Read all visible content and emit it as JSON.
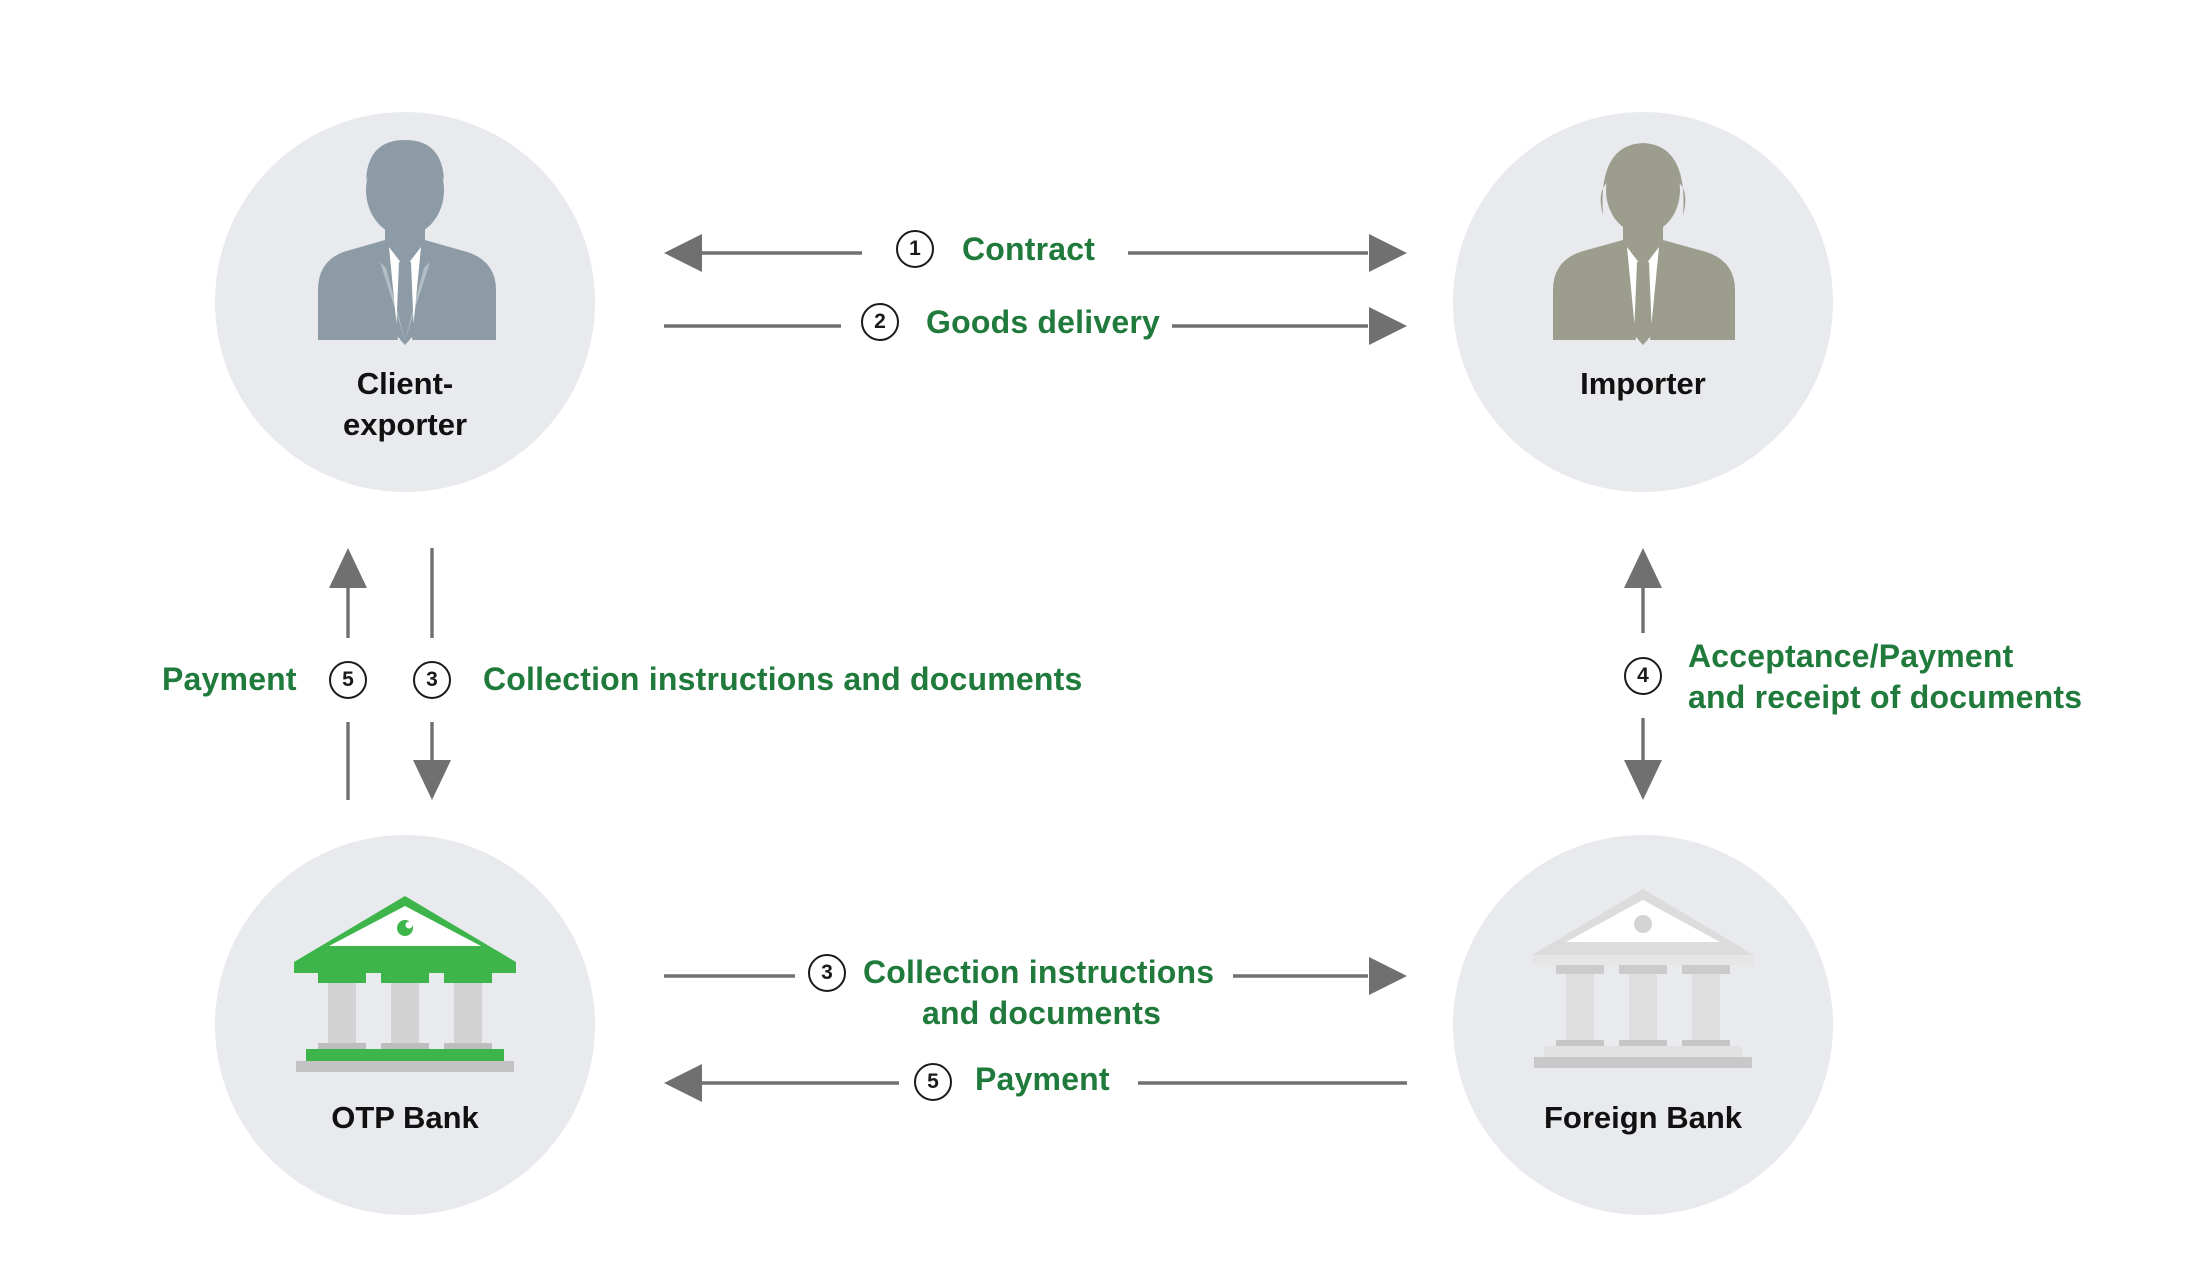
{
  "colors": {
    "circle_bg": "#e8eaed",
    "arrow": "#707070",
    "label_green": "#1f7a3c",
    "otp_green": "#3db54a",
    "exporter_figure": "#8c9ba6",
    "importer_figure": "#9d9d8e",
    "foreign_bank": "#dcdcdc"
  },
  "nodes": {
    "exporter": {
      "label": "Client-exporter",
      "icon": "businessman-icon"
    },
    "importer": {
      "label": "Importer",
      "icon": "businessman-icon"
    },
    "otp": {
      "label": "OTP Bank",
      "icon": "bank-building-icon"
    },
    "foreign": {
      "label": "Foreign Bank",
      "icon": "bank-building-icon"
    }
  },
  "flows": {
    "contract": {
      "num": "1",
      "label": "Contract"
    },
    "goods": {
      "num": "2",
      "label": "Goods delivery"
    },
    "payment_up": {
      "num": "5",
      "label": "Payment"
    },
    "collection_down": {
      "num": "3",
      "label": "Collection instructions and documents"
    },
    "acceptance": {
      "num": "4",
      "label_line1": "Acceptance/Payment",
      "label_line2": "and receipt of documents"
    },
    "collection_bottom": {
      "num": "3",
      "label_line1": "Collection instructions",
      "label_line2": "and documents"
    },
    "payment_bottom": {
      "num": "5",
      "label": "Payment"
    }
  }
}
